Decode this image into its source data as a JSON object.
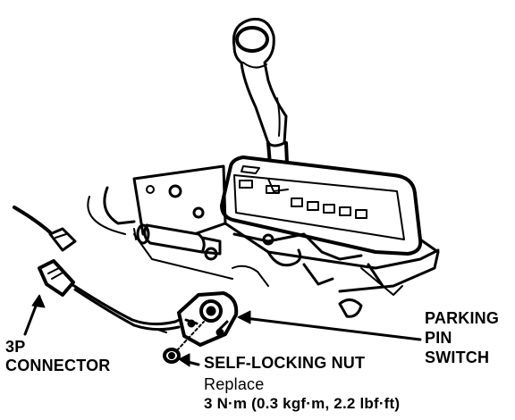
{
  "labels": {
    "connector_line1": "3P",
    "connector_line2": "CONNECTOR",
    "switch_line1": "PARKING",
    "switch_line2": "PIN",
    "switch_line3": "SWITCH",
    "nut": "SELF-LOCKING NUT",
    "replace": "Replace",
    "torque": "3 N·m (0.3 kgf·m, 2.2 lbf·ft)"
  },
  "colors": {
    "ink": "#000000",
    "paper": "#ffffff"
  }
}
